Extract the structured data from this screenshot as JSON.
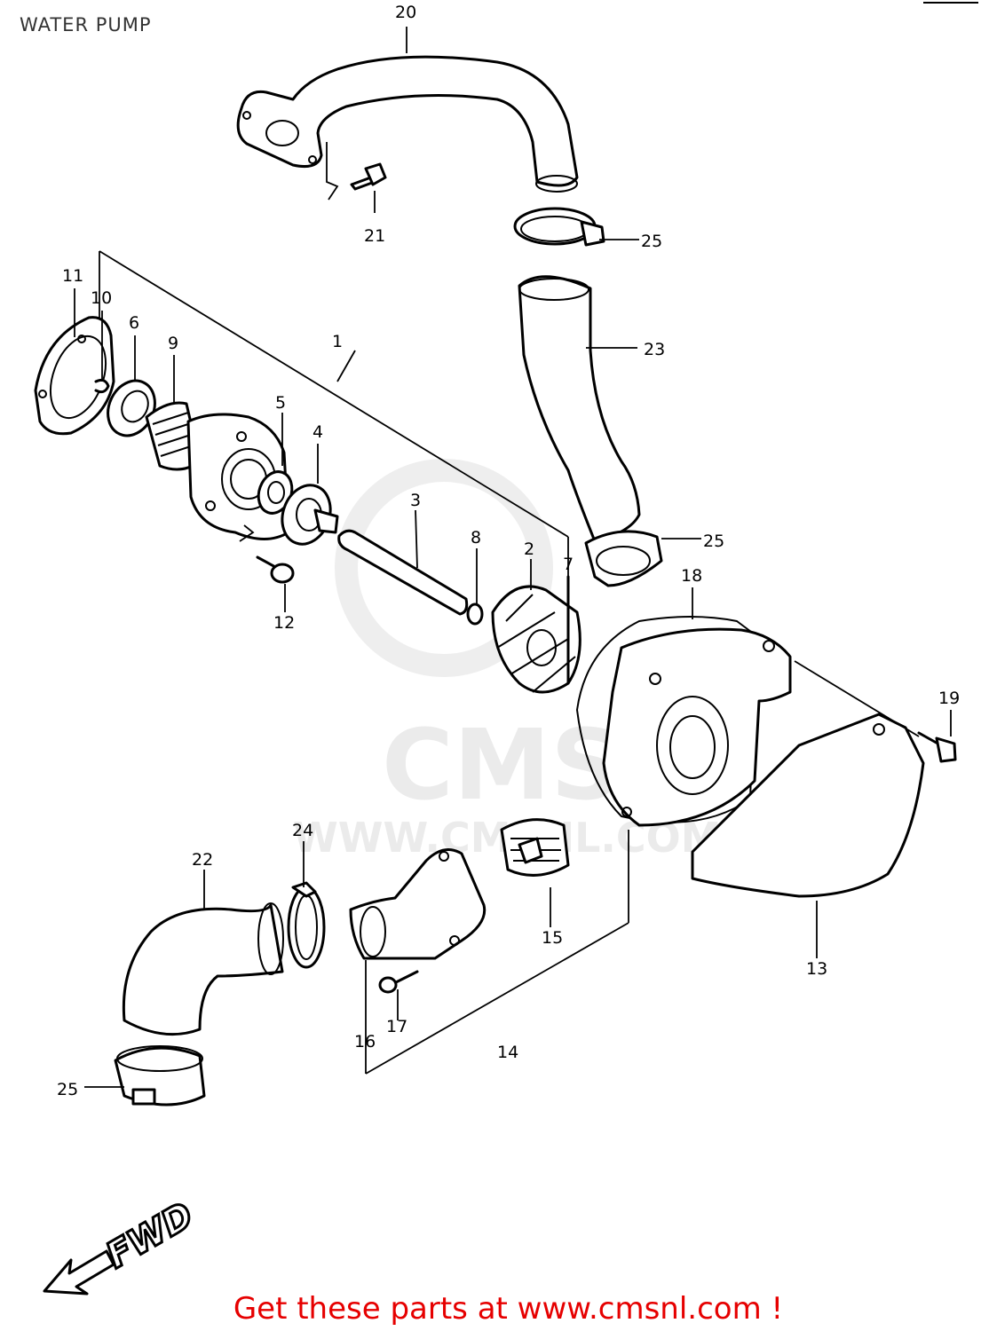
{
  "title": "WATER PUMP",
  "watermark": {
    "logo_text": "CMS",
    "url_text": "WWW.CMSNL.COM"
  },
  "fwd_label": "FWD",
  "promo": {
    "text": "Get these parts at www.cmsnl.com !",
    "color": "#e60000"
  },
  "callouts": [
    {
      "key": "n20",
      "text": "20"
    },
    {
      "key": "n21",
      "text": "21"
    },
    {
      "key": "n25a",
      "text": "25"
    },
    {
      "key": "n23",
      "text": "23"
    },
    {
      "key": "n25b",
      "text": "25"
    },
    {
      "key": "n11",
      "text": "11"
    },
    {
      "key": "n10",
      "text": "10"
    },
    {
      "key": "n6",
      "text": "6"
    },
    {
      "key": "n9",
      "text": "9"
    },
    {
      "key": "n1",
      "text": "1"
    },
    {
      "key": "n5",
      "text": "5"
    },
    {
      "key": "n4",
      "text": "4"
    },
    {
      "key": "n3",
      "text": "3"
    },
    {
      "key": "n8",
      "text": "8"
    },
    {
      "key": "n2",
      "text": "2"
    },
    {
      "key": "n7",
      "text": "7"
    },
    {
      "key": "n18",
      "text": "18"
    },
    {
      "key": "n12",
      "text": "12"
    },
    {
      "key": "n19",
      "text": "19"
    },
    {
      "key": "n24",
      "text": "24"
    },
    {
      "key": "n22",
      "text": "22"
    },
    {
      "key": "n15",
      "text": "15"
    },
    {
      "key": "n13",
      "text": "13"
    },
    {
      "key": "n17",
      "text": "17"
    },
    {
      "key": "n16",
      "text": "16"
    },
    {
      "key": "n14",
      "text": "14"
    },
    {
      "key": "n25c",
      "text": "25"
    }
  ]
}
